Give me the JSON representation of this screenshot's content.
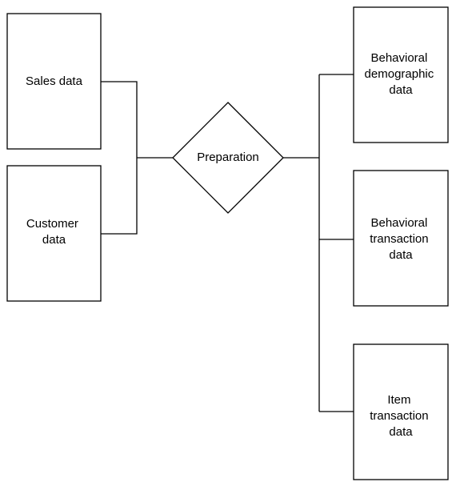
{
  "colors": {
    "stroke": "#000000",
    "fill": "#ffffff"
  },
  "nodes": {
    "sales_data": {
      "lines": [
        "Sales data"
      ]
    },
    "customer_data": {
      "lines": [
        "Customer",
        "data"
      ]
    },
    "preparation": {
      "lines": [
        "Preparation"
      ]
    },
    "behavioral_demographic_data": {
      "lines": [
        "Behavioral",
        "demographic",
        "data"
      ]
    },
    "behavioral_transaction_data": {
      "lines": [
        "Behavioral",
        "transaction",
        "data"
      ]
    },
    "item_transaction_data": {
      "lines": [
        "Item",
        "transaction",
        "data"
      ]
    }
  }
}
